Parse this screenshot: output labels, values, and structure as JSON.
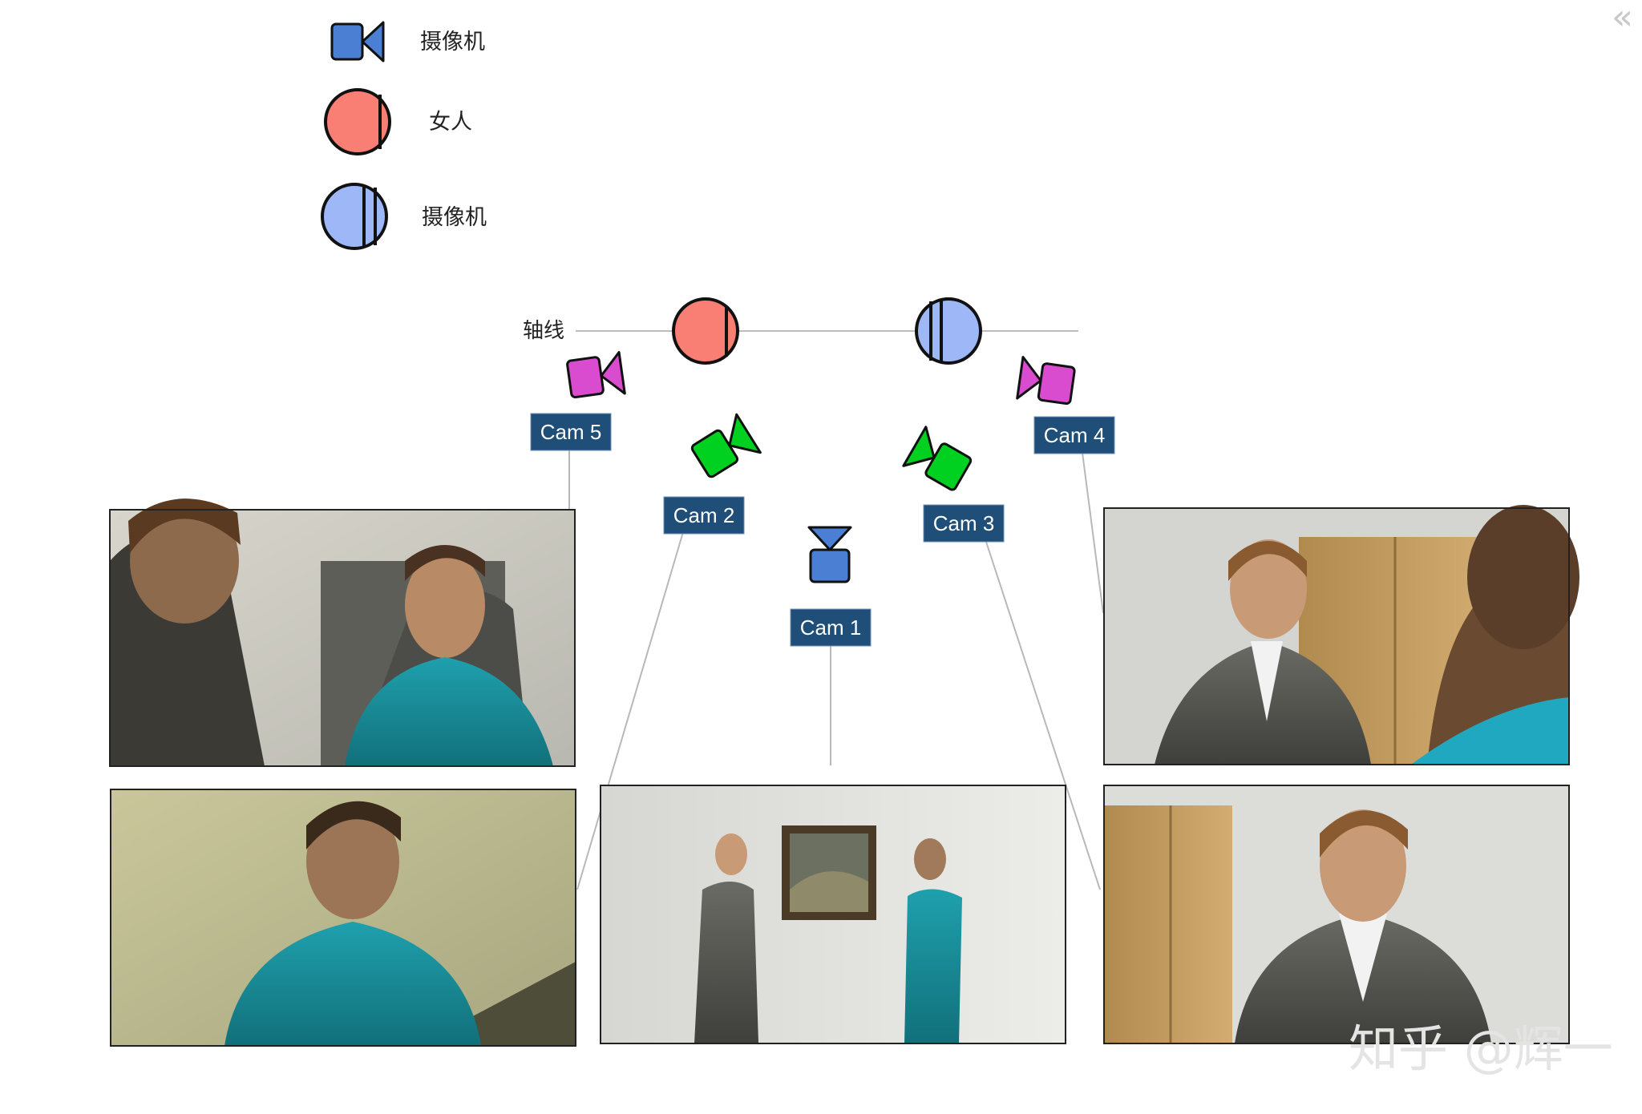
{
  "legend": {
    "camera_label": "摄像机",
    "woman_label": "女人",
    "man_label": "摄像机"
  },
  "axis_label": "轴线",
  "cameras": {
    "cam1": "Cam 1",
    "cam2": "Cam 2",
    "cam3": "Cam 3",
    "cam4": "Cam 4",
    "cam5": "Cam 5"
  },
  "colors": {
    "legend_camera": "#4a7fd4",
    "woman": "#f97f74",
    "man": "#9db7f7",
    "cam_center": "#4a7fd4",
    "cam_over_shoulder": "#00d020",
    "cam_profile": "#d94ccf",
    "label_bg": "#1f4e79"
  },
  "icons": {
    "legend_camera": "video-camera-icon",
    "woman": "person-marker-icon",
    "man": "person-marker-icon"
  },
  "watermark": "知乎 @辉一",
  "collapse_glyph": "«"
}
